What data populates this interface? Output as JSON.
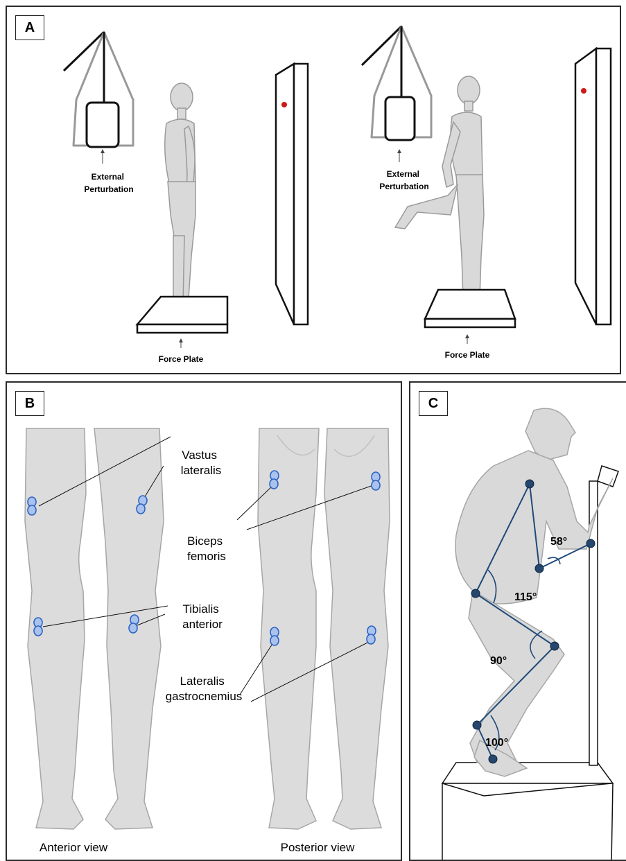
{
  "panel_a": {
    "letter": "A",
    "left_setup": {
      "perturbation_label": [
        "External",
        "Perturbation"
      ],
      "plate_label": "Force Plate"
    },
    "right_setup": {
      "perturbation_label": [
        "External",
        "Perturbation"
      ],
      "plate_label": "Force Plate"
    },
    "marker_color": "#d01818"
  },
  "panel_b": {
    "letter": "B",
    "labels": {
      "vastus": [
        "Vastus",
        "lateralis"
      ],
      "biceps": [
        "Biceps",
        "femoris"
      ],
      "tibialis": [
        "Tibialis",
        "anterior"
      ],
      "gastroc": [
        "Lateralis",
        "gastrocnemius"
      ]
    },
    "views": {
      "anterior": "Anterior view",
      "posterior": "Posterior view"
    },
    "electrode_color": "#4a7fd6"
  },
  "panel_c": {
    "letter": "C",
    "angles": {
      "elbow": "58°",
      "hip": "115°",
      "knee": "90°",
      "ankle": "100°"
    },
    "segment_color": "#1f4a78"
  }
}
